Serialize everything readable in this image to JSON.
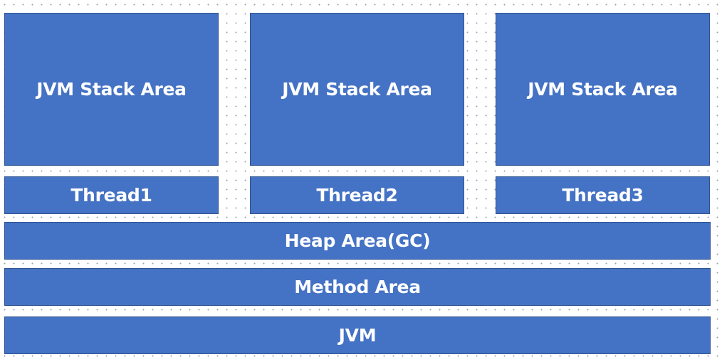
{
  "threads": [
    {
      "stack_label": "JVM Stack Area",
      "thread_label": "Thread1"
    },
    {
      "stack_label": "JVM Stack Area",
      "thread_label": "Thread2"
    },
    {
      "stack_label": "JVM Stack Area",
      "thread_label": "Thread3"
    }
  ],
  "heap": {
    "label": "Heap Area(GC)"
  },
  "method_area": {
    "label": "Method Area"
  },
  "jvm": {
    "label": "JVM"
  },
  "colors": {
    "block_fill": "#4472c4",
    "block_border": "#2f528f",
    "text": "#ffffff"
  }
}
